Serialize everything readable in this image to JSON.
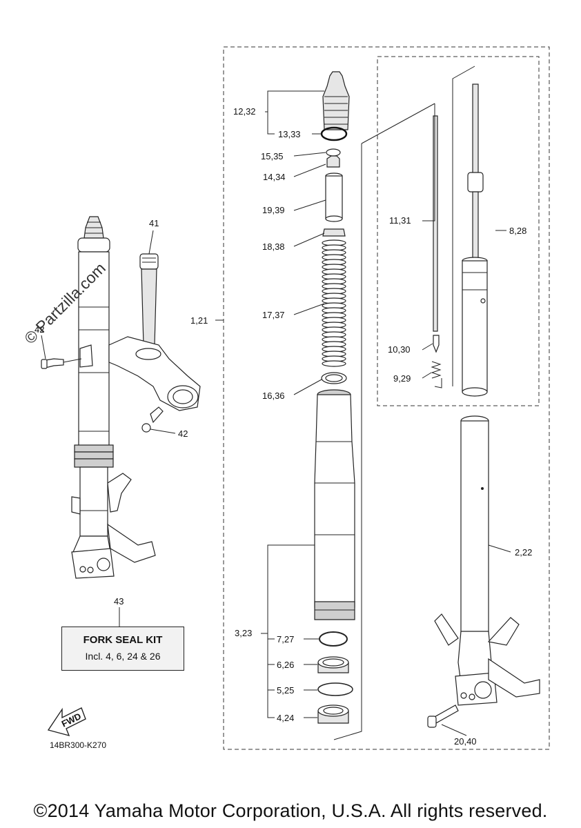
{
  "labels": {
    "p1": "1,21",
    "p2": "2,22",
    "p3": "3,23",
    "p4": "4,24",
    "p5": "5,25",
    "p6": "6,26",
    "p7": "7,27",
    "p8": "8,28",
    "p9": "9,29",
    "p10": "10,30",
    "p11": "11,31",
    "p12": "12,32",
    "p13": "13,33",
    "p14": "14,34",
    "p15": "15,35",
    "p16": "16,36",
    "p17": "17,37",
    "p18": "18,38",
    "p19": "19,39",
    "p20": "20,40",
    "p41": "41",
    "p42a": "42",
    "p42b": "42",
    "p43": "43"
  },
  "kit": {
    "title": "FORK SEAL KIT",
    "description": "Incl. 4, 6, 24 & 26"
  },
  "fwd_label": "FWD",
  "page_code": "14BR300-K270",
  "watermark": "© Partzilla.com",
  "copyright": "©2014 Yamaha Motor Corporation, U.S.A. All rights reserved."
}
